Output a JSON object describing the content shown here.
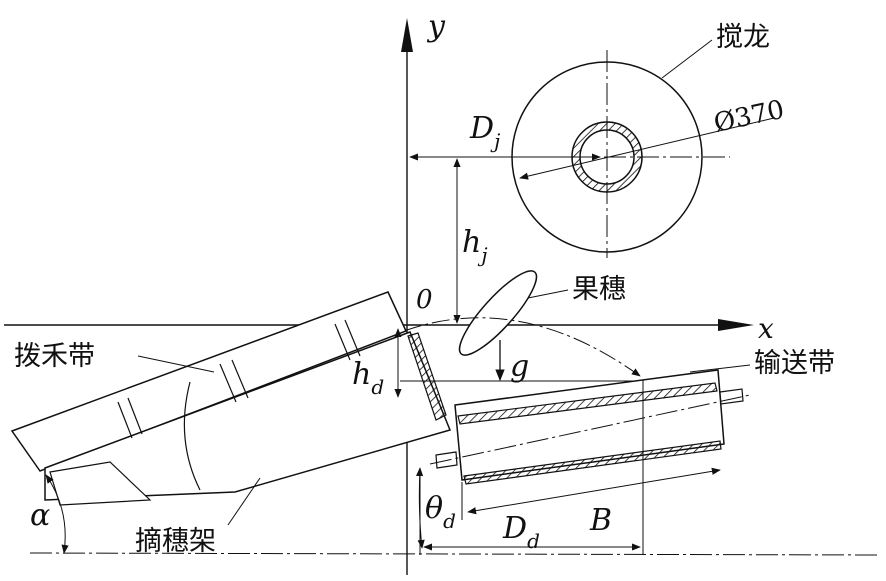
{
  "axes": {
    "x": "x",
    "y": "y",
    "origin": "0"
  },
  "labels": {
    "auger": "搅龙",
    "auger_diameter": "Ø370",
    "Dj_main": "D",
    "Dj_sub": "j",
    "hj_main": "h",
    "hj_sub": "j",
    "hd_main": "h",
    "hd_sub": "d",
    "g": "g",
    "grain_ear": "果穗",
    "conveyor_belt": "输送带",
    "picking_belt": "拨禾带",
    "ear_picking_frame": "摘穗架",
    "alpha": "α",
    "theta_main": "θ",
    "theta_sub": "d",
    "Dd_main": "D",
    "Dd_sub": "d",
    "B": "B"
  }
}
